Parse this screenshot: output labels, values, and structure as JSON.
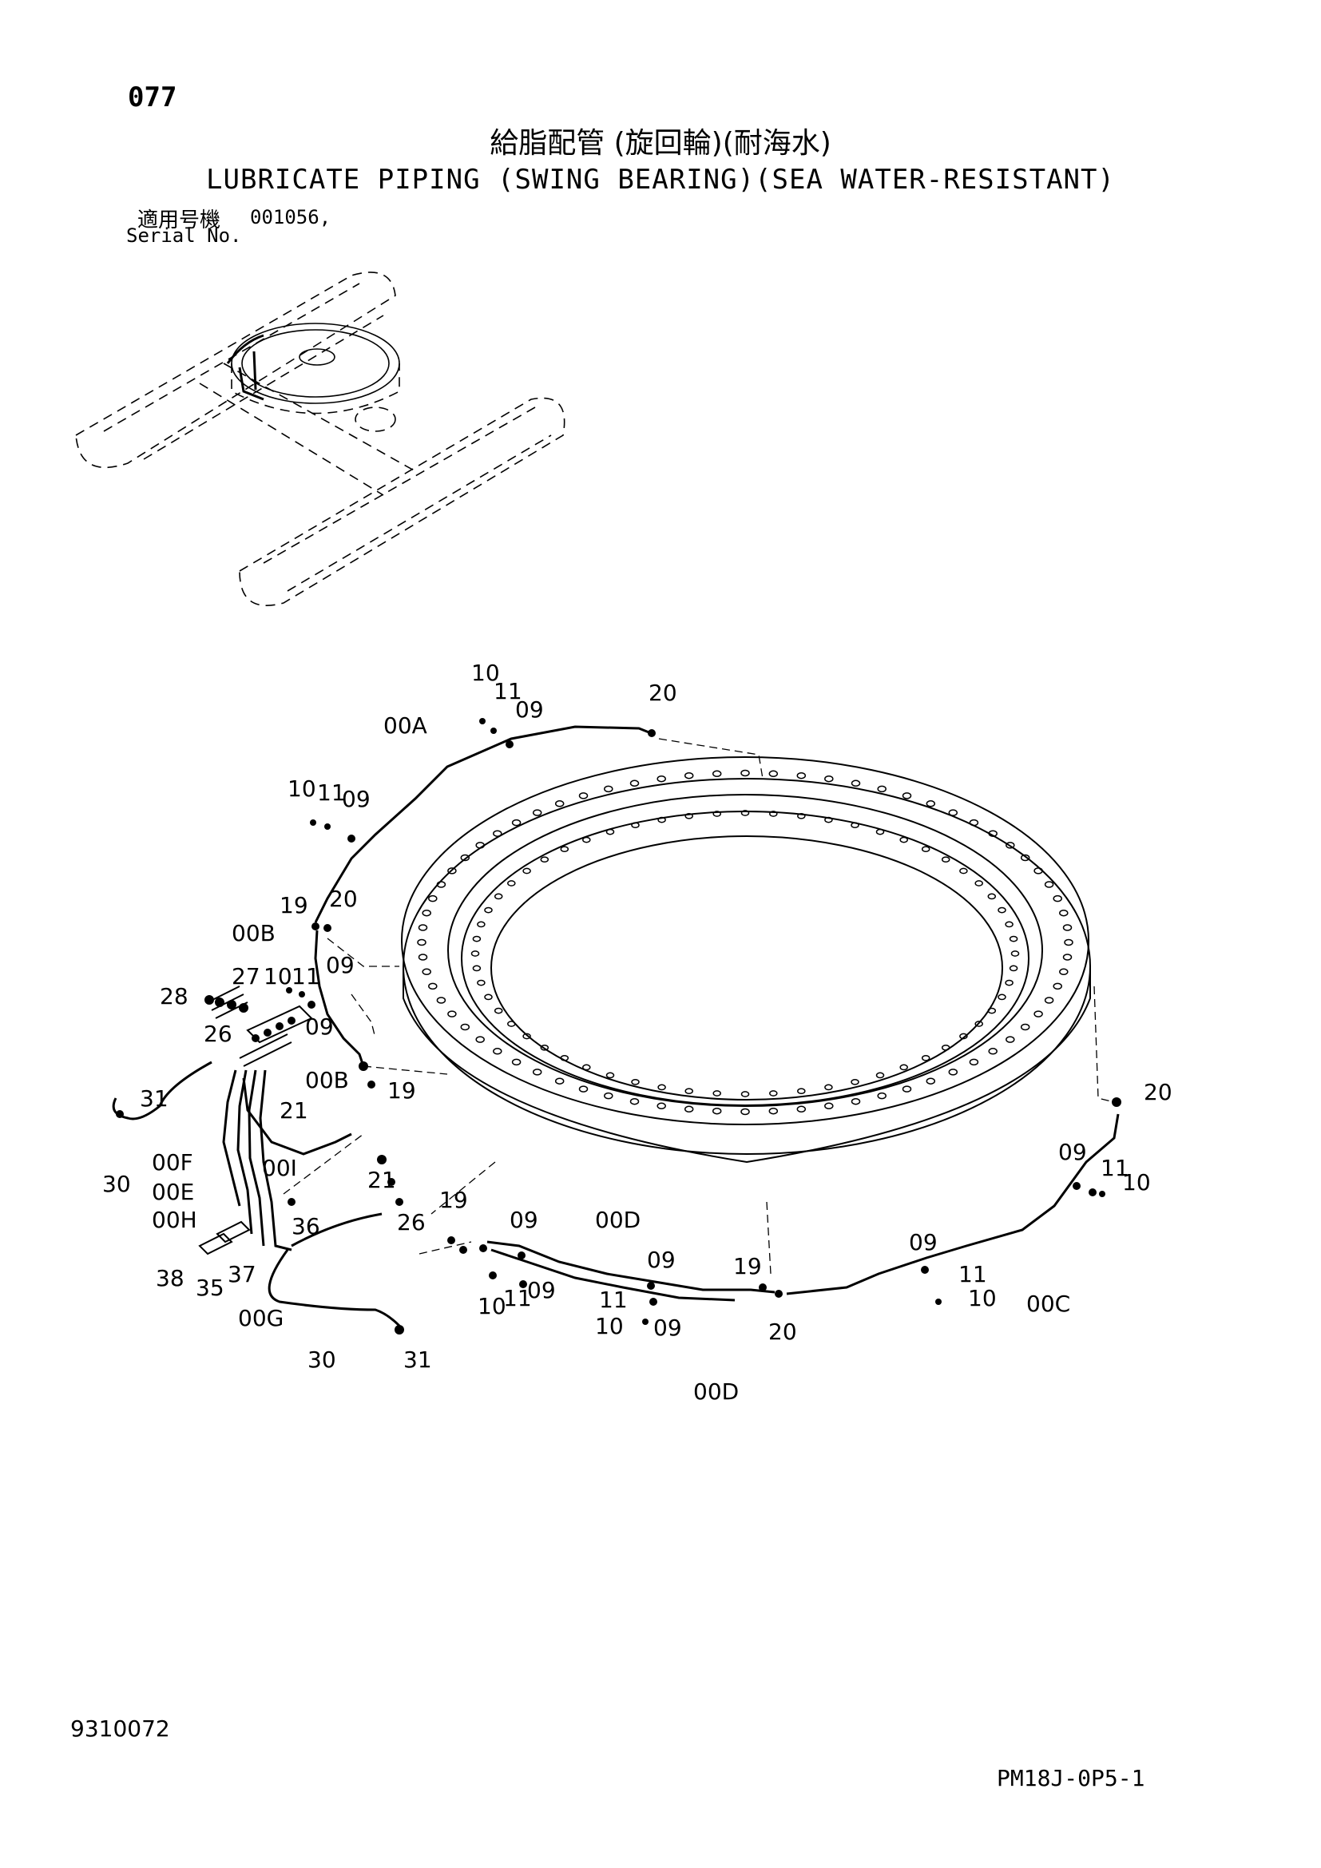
{
  "header": {
    "page_number": "077",
    "title_jp": "給脂配管 (旋回輪)(耐海水)",
    "title_en": "LUBRICATE PIPING (SWING BEARING)(SEA WATER-RESISTANT)",
    "serial_label_jp": "適用号機",
    "serial_value": "001056,",
    "serial_label_en": "Serial No."
  },
  "footer": {
    "catalog_number": "9310072",
    "page_code": "PM18J-0P5-1"
  },
  "callouts": [
    {
      "id": "c1",
      "text": "10"
    },
    {
      "id": "c2",
      "text": "11"
    },
    {
      "id": "c3",
      "text": "09"
    },
    {
      "id": "c4",
      "text": "20"
    },
    {
      "id": "c5",
      "text": "00A"
    },
    {
      "id": "c6",
      "text": "10"
    },
    {
      "id": "c7",
      "text": "11"
    },
    {
      "id": "c8",
      "text": "09"
    },
    {
      "id": "c9",
      "text": "19"
    },
    {
      "id": "c10",
      "text": "20"
    },
    {
      "id": "c11",
      "text": "00B"
    },
    {
      "id": "c12",
      "text": "09"
    },
    {
      "id": "c13",
      "text": "27"
    },
    {
      "id": "c14",
      "text": "10"
    },
    {
      "id": "c15",
      "text": "11"
    },
    {
      "id": "c16",
      "text": "28"
    },
    {
      "id": "c17",
      "text": "09"
    },
    {
      "id": "c18",
      "text": "26"
    },
    {
      "id": "c19",
      "text": "00B"
    },
    {
      "id": "c20",
      "text": "19"
    },
    {
      "id": "c21",
      "text": "31"
    },
    {
      "id": "c22",
      "text": "21"
    },
    {
      "id": "c23",
      "text": "30"
    },
    {
      "id": "c24",
      "text": "00F"
    },
    {
      "id": "c25",
      "text": "00I"
    },
    {
      "id": "c26",
      "text": "00E"
    },
    {
      "id": "c27",
      "text": "21"
    },
    {
      "id": "c28",
      "text": "00H"
    },
    {
      "id": "c29",
      "text": "36"
    },
    {
      "id": "c30",
      "text": "26"
    },
    {
      "id": "c31",
      "text": "38"
    },
    {
      "id": "c32",
      "text": "35"
    },
    {
      "id": "c33",
      "text": "37"
    },
    {
      "id": "c34",
      "text": "00G"
    },
    {
      "id": "c35",
      "text": "30"
    },
    {
      "id": "c36",
      "text": "31"
    },
    {
      "id": "c37",
      "text": "19"
    },
    {
      "id": "c38",
      "text": "09"
    },
    {
      "id": "c39",
      "text": "00D"
    },
    {
      "id": "c40",
      "text": "09"
    },
    {
      "id": "c41",
      "text": "10"
    },
    {
      "id": "c42",
      "text": "11"
    },
    {
      "id": "c43",
      "text": "09"
    },
    {
      "id": "c44",
      "text": "11"
    },
    {
      "id": "c45",
      "text": "10"
    },
    {
      "id": "c46",
      "text": "09"
    },
    {
      "id": "c47",
      "text": "19"
    },
    {
      "id": "c48",
      "text": "20"
    },
    {
      "id": "c49",
      "text": "00D"
    },
    {
      "id": "c50",
      "text": "09"
    },
    {
      "id": "c51",
      "text": "11"
    },
    {
      "id": "c52",
      "text": "10"
    },
    {
      "id": "c53",
      "text": "00C"
    },
    {
      "id": "c54",
      "text": "09"
    },
    {
      "id": "c55",
      "text": "11"
    },
    {
      "id": "c56",
      "text": "10"
    },
    {
      "id": "c57",
      "text": "20"
    }
  ]
}
